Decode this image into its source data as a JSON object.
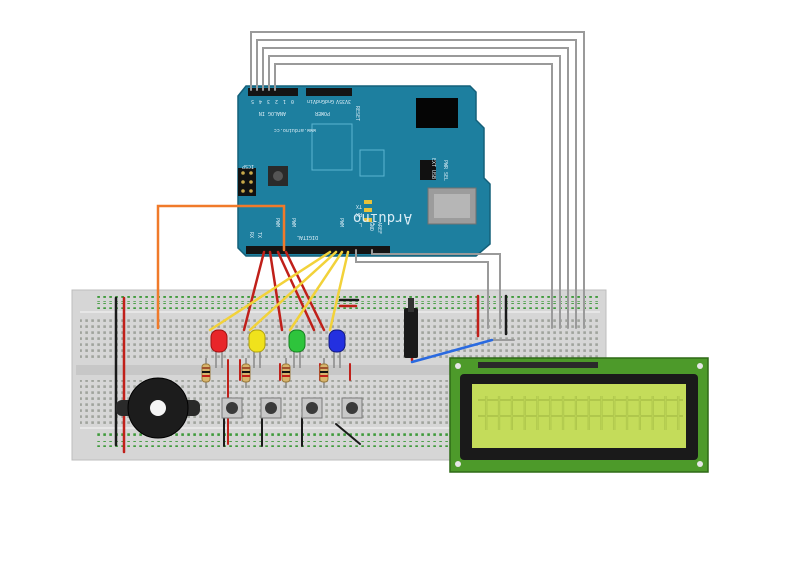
{
  "arduino": {
    "brand": "Arduino",
    "website": "www.arduino.cc",
    "analog_in": "ANALOG IN",
    "power": "POWER",
    "reset": "RESET",
    "digital": "DIGITAL",
    "aref": "AREF",
    "gnd": "GND",
    "icsp": "ICSP",
    "tx_led": "TX",
    "rx_led": "RX",
    "l_led": "L",
    "tx_pin": "TX",
    "rx_pin": "RX",
    "pwm": "PWM",
    "analog_pins": [
      "5",
      "4",
      "3",
      "2",
      "1",
      "0"
    ],
    "power_pins": [
      "Vin",
      "Gnd",
      "Gnd",
      "5V",
      "3V3"
    ],
    "ext_usb": [
      "EXT",
      "USB"
    ],
    "pwr_sel": "PWR SEL"
  },
  "components": {
    "leds": [
      {
        "name": "red-led",
        "color": "#e8262a"
      },
      {
        "name": "yellow-led",
        "color": "#f0e21c"
      },
      {
        "name": "green-led",
        "color": "#2ec43c"
      },
      {
        "name": "blue-led",
        "color": "#2330e0"
      }
    ],
    "wire_colors": {
      "red": "#c0201a",
      "yellow": "#f2d23a",
      "orange": "#f07a2a",
      "gray": "#9a9a9a",
      "black": "#1a1a1a",
      "blue": "#2a6ae0"
    },
    "lcd": {
      "screen_color": "#c4dc5a",
      "board_color": "#4d9a2a"
    }
  }
}
